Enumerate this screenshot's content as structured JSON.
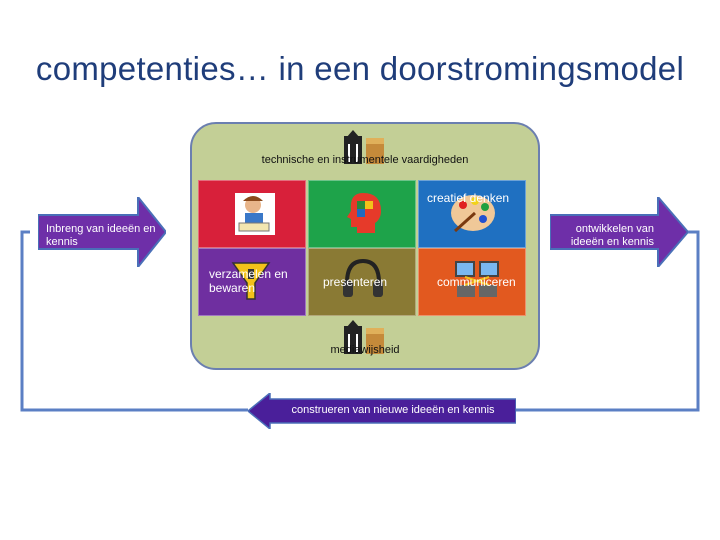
{
  "title": "competenties… in een doorstromingsmodel",
  "panel": {
    "top_label": "technische en instrumentele vaardigheden",
    "bottom_label": "mediawijsheid"
  },
  "grid": {
    "cells": [
      {
        "label": "",
        "color": "#d8203a",
        "icon": "student-writing-icon"
      },
      {
        "label": "",
        "color": "#1ea34a",
        "icon": "head-puzzle-icon"
      },
      {
        "label": "creatief denken",
        "color": "#1f70c1",
        "icon": "paint-palette-icon"
      },
      {
        "label": "verzamelen en bewaren",
        "color": "#6f2fa0",
        "icon": "funnel-icon"
      },
      {
        "label": "presenteren",
        "color": "#8a7a34",
        "icon": "headphones-icon"
      },
      {
        "label": "communiceren",
        "color": "#e2591f",
        "icon": "computers-network-icon"
      }
    ]
  },
  "left_arrow": {
    "text": "Inbreng van ideeën en kennis",
    "color": "#6e2fa8"
  },
  "right_arrow": {
    "text": "ontwikkelen van ideeën en kennis",
    "color": "#6e2fa8"
  },
  "bottom_arrow": {
    "text": "construeren van nieuwe ideeën en kennis",
    "color": "#4a1f9a"
  },
  "colors": {
    "title": "#1f3d7a",
    "panel": "#c3cf96",
    "connector": "#5b7fc4"
  }
}
